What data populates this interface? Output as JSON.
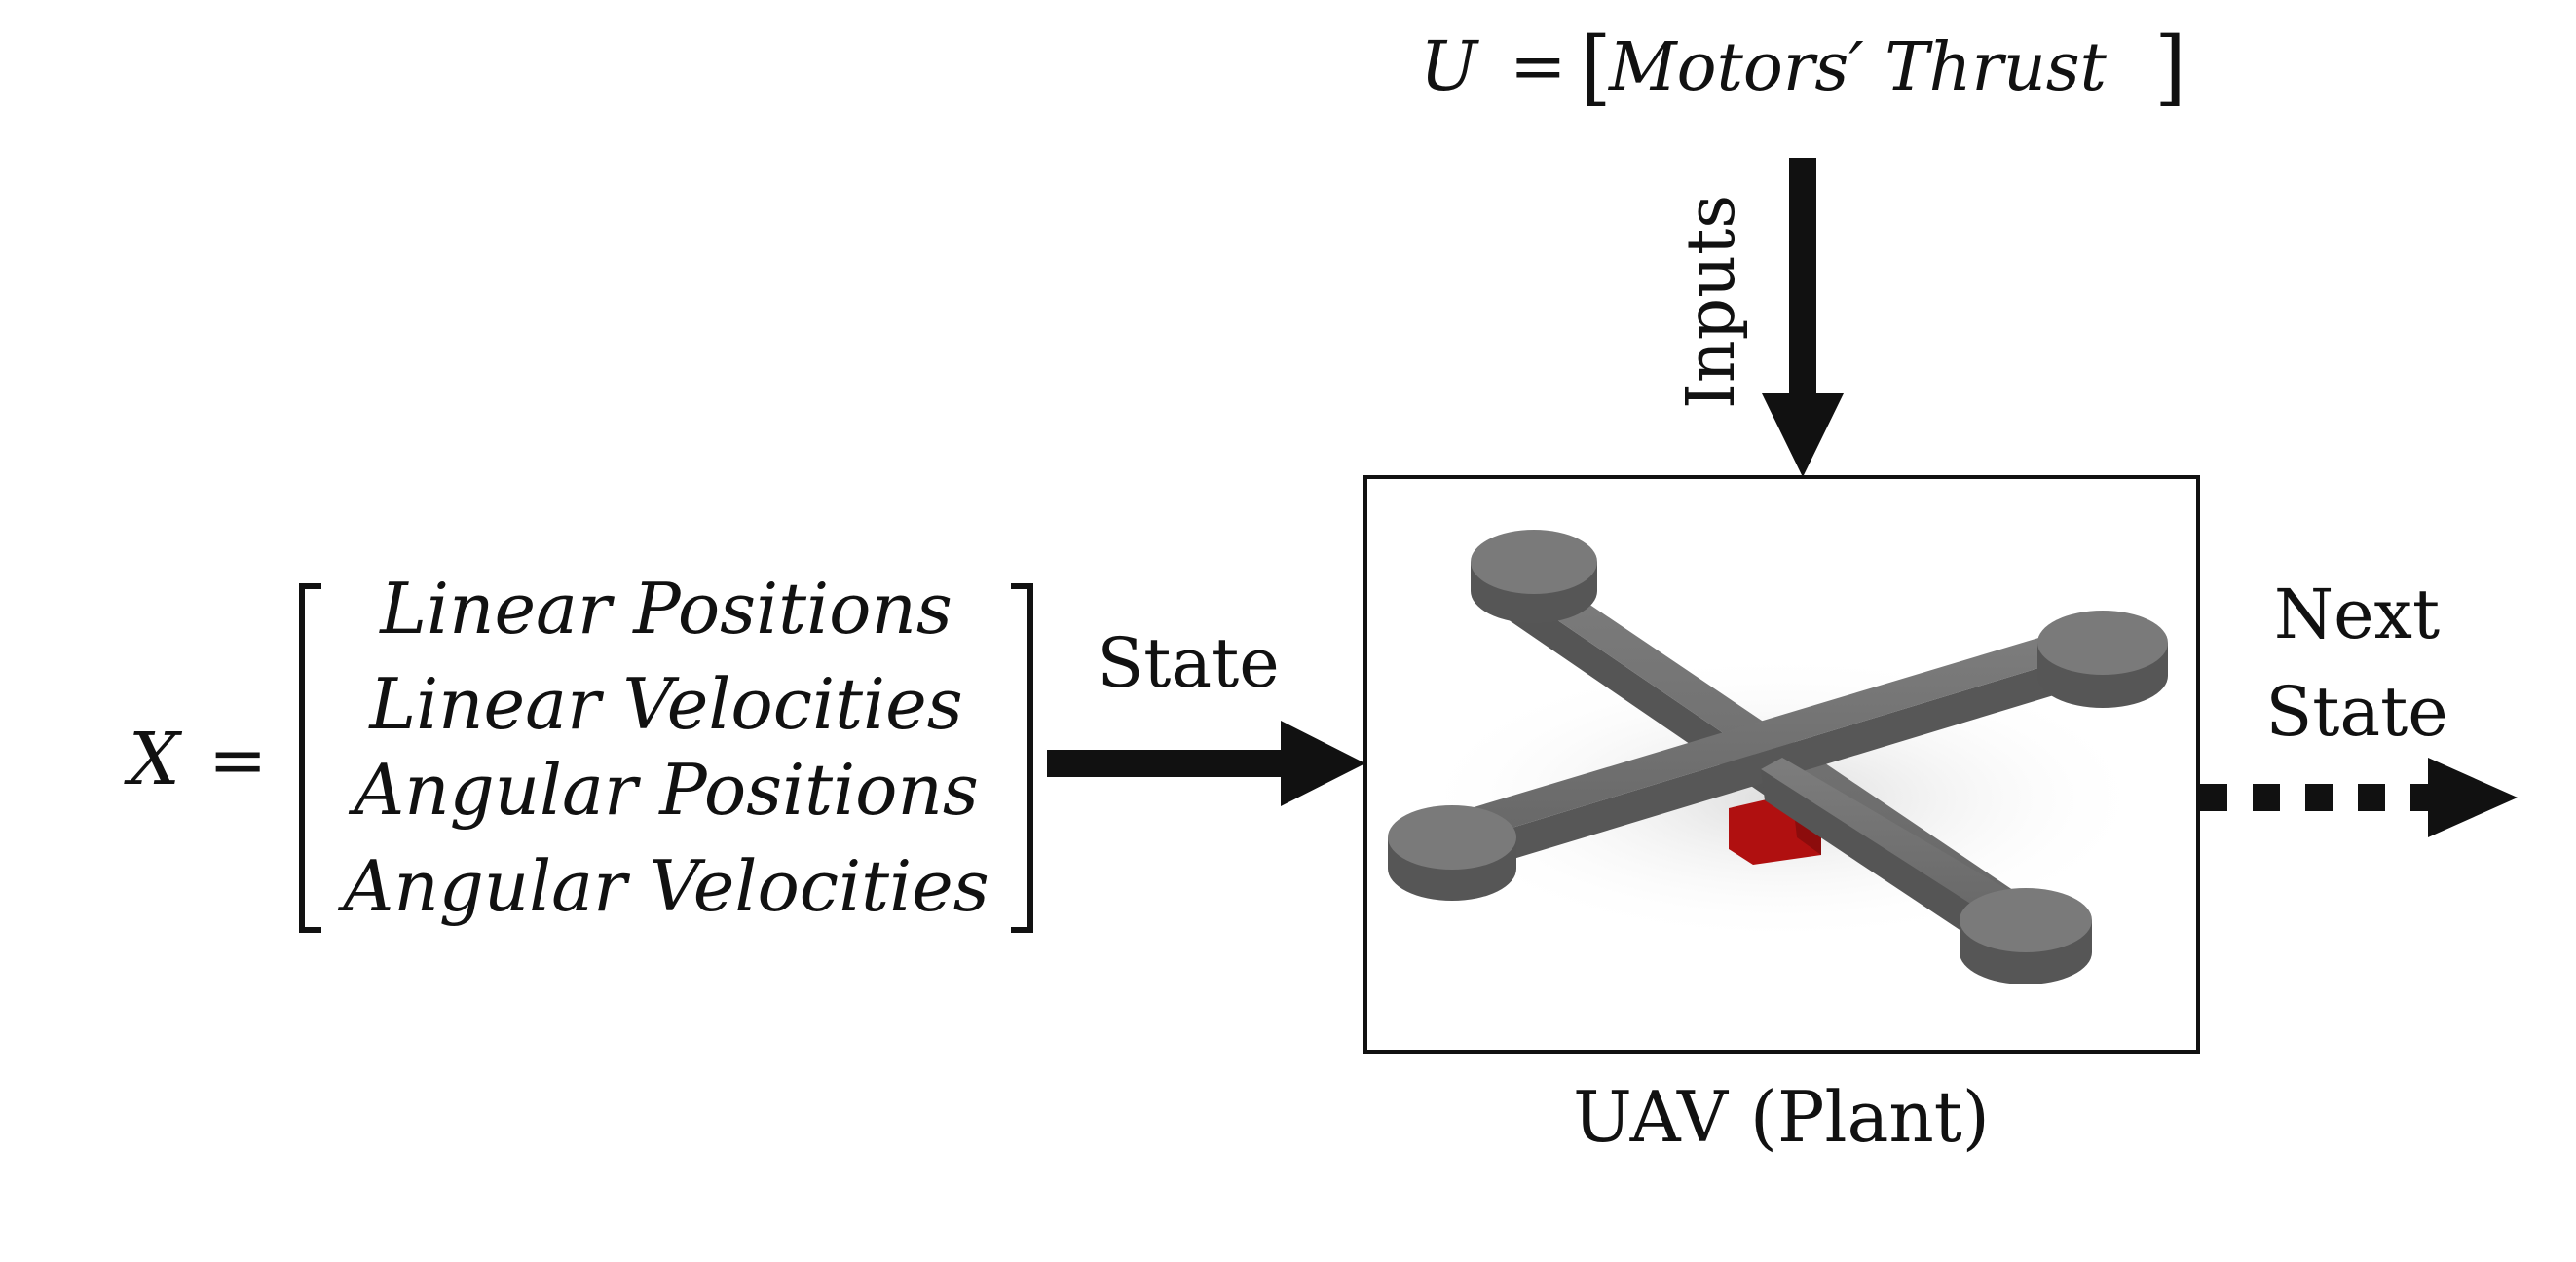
{
  "input_equation": {
    "variable": "U",
    "equals": "=",
    "open_bracket": "[",
    "content": "Motors′ Thrust",
    "close_bracket": "]"
  },
  "inputs_label": "Inputs",
  "state_equation": {
    "variable": "X",
    "equals": "=",
    "components": [
      "Linear Positions",
      "Linear Velocities",
      "Angular Positions",
      "Angular Velocities"
    ]
  },
  "state_label": "State",
  "next_state_label": [
    "Next",
    "State"
  ],
  "plant_label": "UAV (Plant)",
  "colors": {
    "arrow": "#111111",
    "frame_arm": "#6f6f6f",
    "frame_arm_dark": "#4f4f4f",
    "frame_arm_light": "#8a8a8a",
    "payload": "#b01010"
  }
}
